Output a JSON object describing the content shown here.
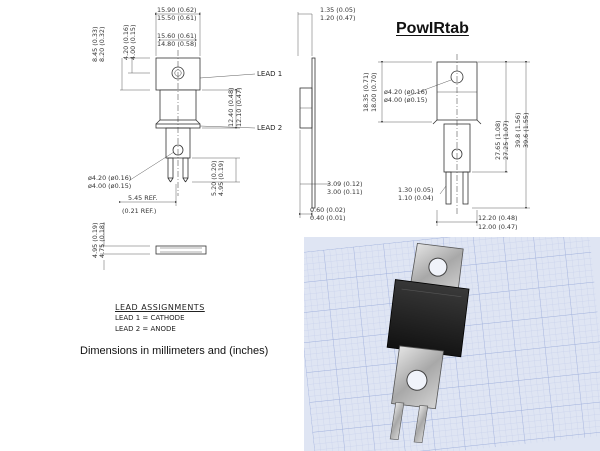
{
  "title": "PowIRtab",
  "front_view": {
    "dims": {
      "top_width_1": "15.90 (0.62)",
      "top_width_2": "15.50 (0.61)",
      "inner_width_1": "15.60 (0.61)",
      "inner_width_2": "14.80 (0.58)",
      "left_height_1": "8.45 (0.33)",
      "left_height_2": "8.20 (0.32)",
      "left_inner_1": "4.20 (0.16)",
      "left_inner_2": "4.00 (0.15)",
      "mid_height_1": "12.40 (0.48)",
      "mid_height_2": "12.10 (0.47)",
      "hole_1": "ø4.20 (ø0.16)",
      "hole_2": "ø4.00 (ø0.15)",
      "lead_len_1": "5.20 (0.20)",
      "lead_len_2": "4.95 (0.19)",
      "ref_1": "5.45 REF.",
      "ref_2": "(0.21 REF.)",
      "bot_1": "4.95 (0.19)",
      "bot_2": "4.75 (0.18)"
    },
    "lead1": "LEAD 1",
    "lead2": "LEAD 2"
  },
  "side_view": {
    "dims": {
      "top_1": "1.35 (0.05)",
      "top_2": "1.20 (0.47)",
      "mid_1": "3.09 (0.12)",
      "mid_2": "3.00 (0.11)",
      "bot_1": "0.60 (0.02)",
      "bot_2": "0.40 (0.01)"
    }
  },
  "right_view": {
    "dims": {
      "left_1": "18.35 (0.71)",
      "left_2": "18.00 (0.70)",
      "hole_1": "ø4.20 (ø0.16)",
      "hole_2": "ø4.00 (ø0.15)",
      "r1_1": "27.65 (1.08)",
      "r1_2": "27.25 (1.07)",
      "r2_1": "39.8 (1.56)",
      "r2_2": "39.6 (1.55)",
      "lead_1": "1.30 (0.05)",
      "lead_2": "1.10 (0.04)",
      "width_1": "12.20 (0.48)",
      "width_2": "12.00 (0.47)"
    }
  },
  "lead_assignments": {
    "heading": "LEAD ASSIGNMENTS",
    "line1": "LEAD 1 = CATHODE",
    "line2": "LEAD 2 = ANODE"
  },
  "dimensions_note": "Dimensions  in millimeters  and (inches)",
  "colors": {
    "line": "#333333",
    "photo_bg": "#dfe5f3",
    "grid": "#a9b8dd",
    "metal": "#c9c9c9",
    "body": "#1e1e1e"
  }
}
